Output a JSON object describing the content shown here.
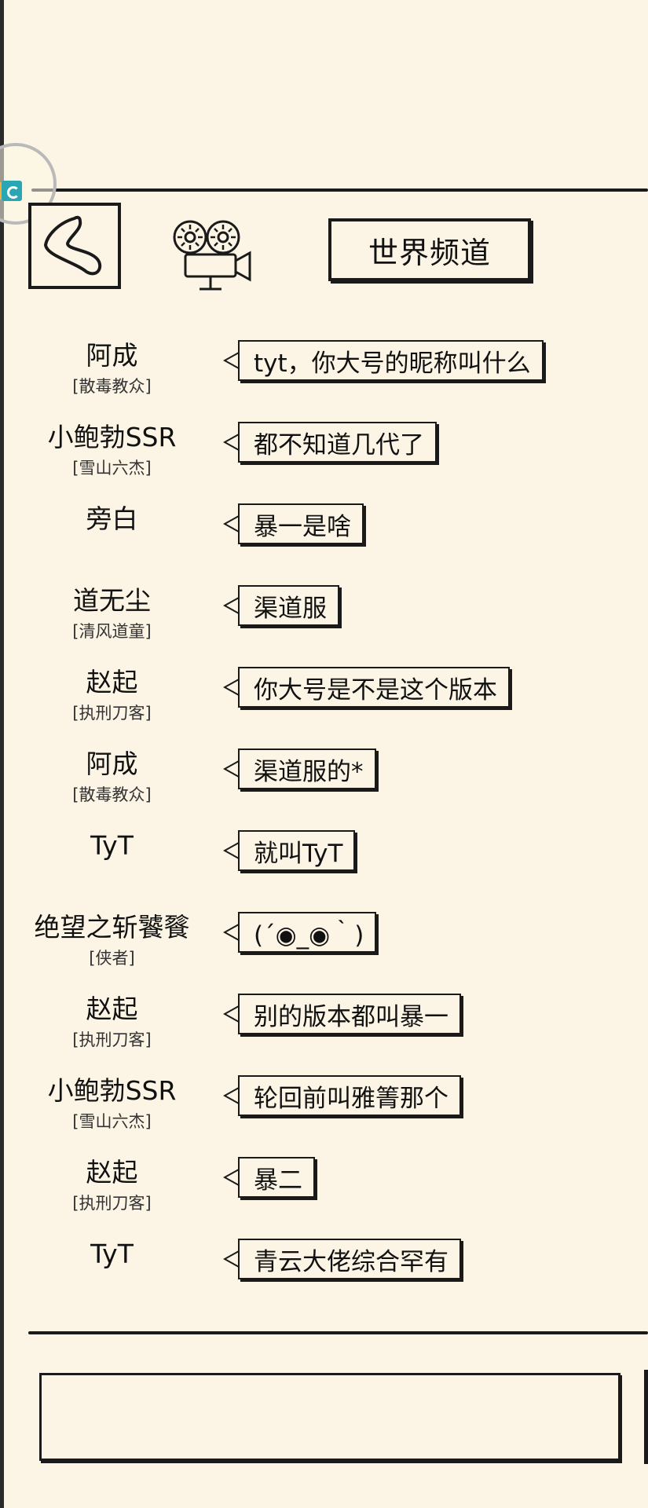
{
  "header": {
    "channel_title": "世界频道"
  },
  "messages": [
    {
      "sender": "阿成",
      "title": "[散毒教众]",
      "text": "tyt，你大号的昵称叫什么"
    },
    {
      "sender": "小鲍勃SSR",
      "title": "[雪山六杰]",
      "text": "都不知道几代了"
    },
    {
      "sender": "旁白",
      "title": "",
      "text": "暴一是啥"
    },
    {
      "sender": "道无尘",
      "title": "[清风道童]",
      "text": "渠道服"
    },
    {
      "sender": "赵起",
      "title": "[执刑刀客]",
      "text": "你大号是不是这个版本"
    },
    {
      "sender": "阿成",
      "title": "[散毒教众]",
      "text": "渠道服的*"
    },
    {
      "sender": "TyT",
      "title": "",
      "text": "就叫TyT"
    },
    {
      "sender": "绝望之斩饕餮",
      "title": "[侠者]",
      "text": "(´◉_◉｀)"
    },
    {
      "sender": "赵起",
      "title": "[执刑刀客]",
      "text": "别的版本都叫暴一"
    },
    {
      "sender": "小鲍勃SSR",
      "title": "[雪山六杰]",
      "text": "轮回前叫雅箐那个"
    },
    {
      "sender": "赵起",
      "title": "[执刑刀客]",
      "text": "暴二"
    },
    {
      "sender": "TyT",
      "title": "",
      "text": "青云大佬综合罕有"
    }
  ],
  "input": {
    "value": "",
    "placeholder": ""
  },
  "icons": {
    "back": "back-arrow-icon",
    "camera": "video-camera-icon",
    "float": "floating-app-icon"
  },
  "colors": {
    "background": "#fcf5e5",
    "ink": "#1a1a1a"
  }
}
